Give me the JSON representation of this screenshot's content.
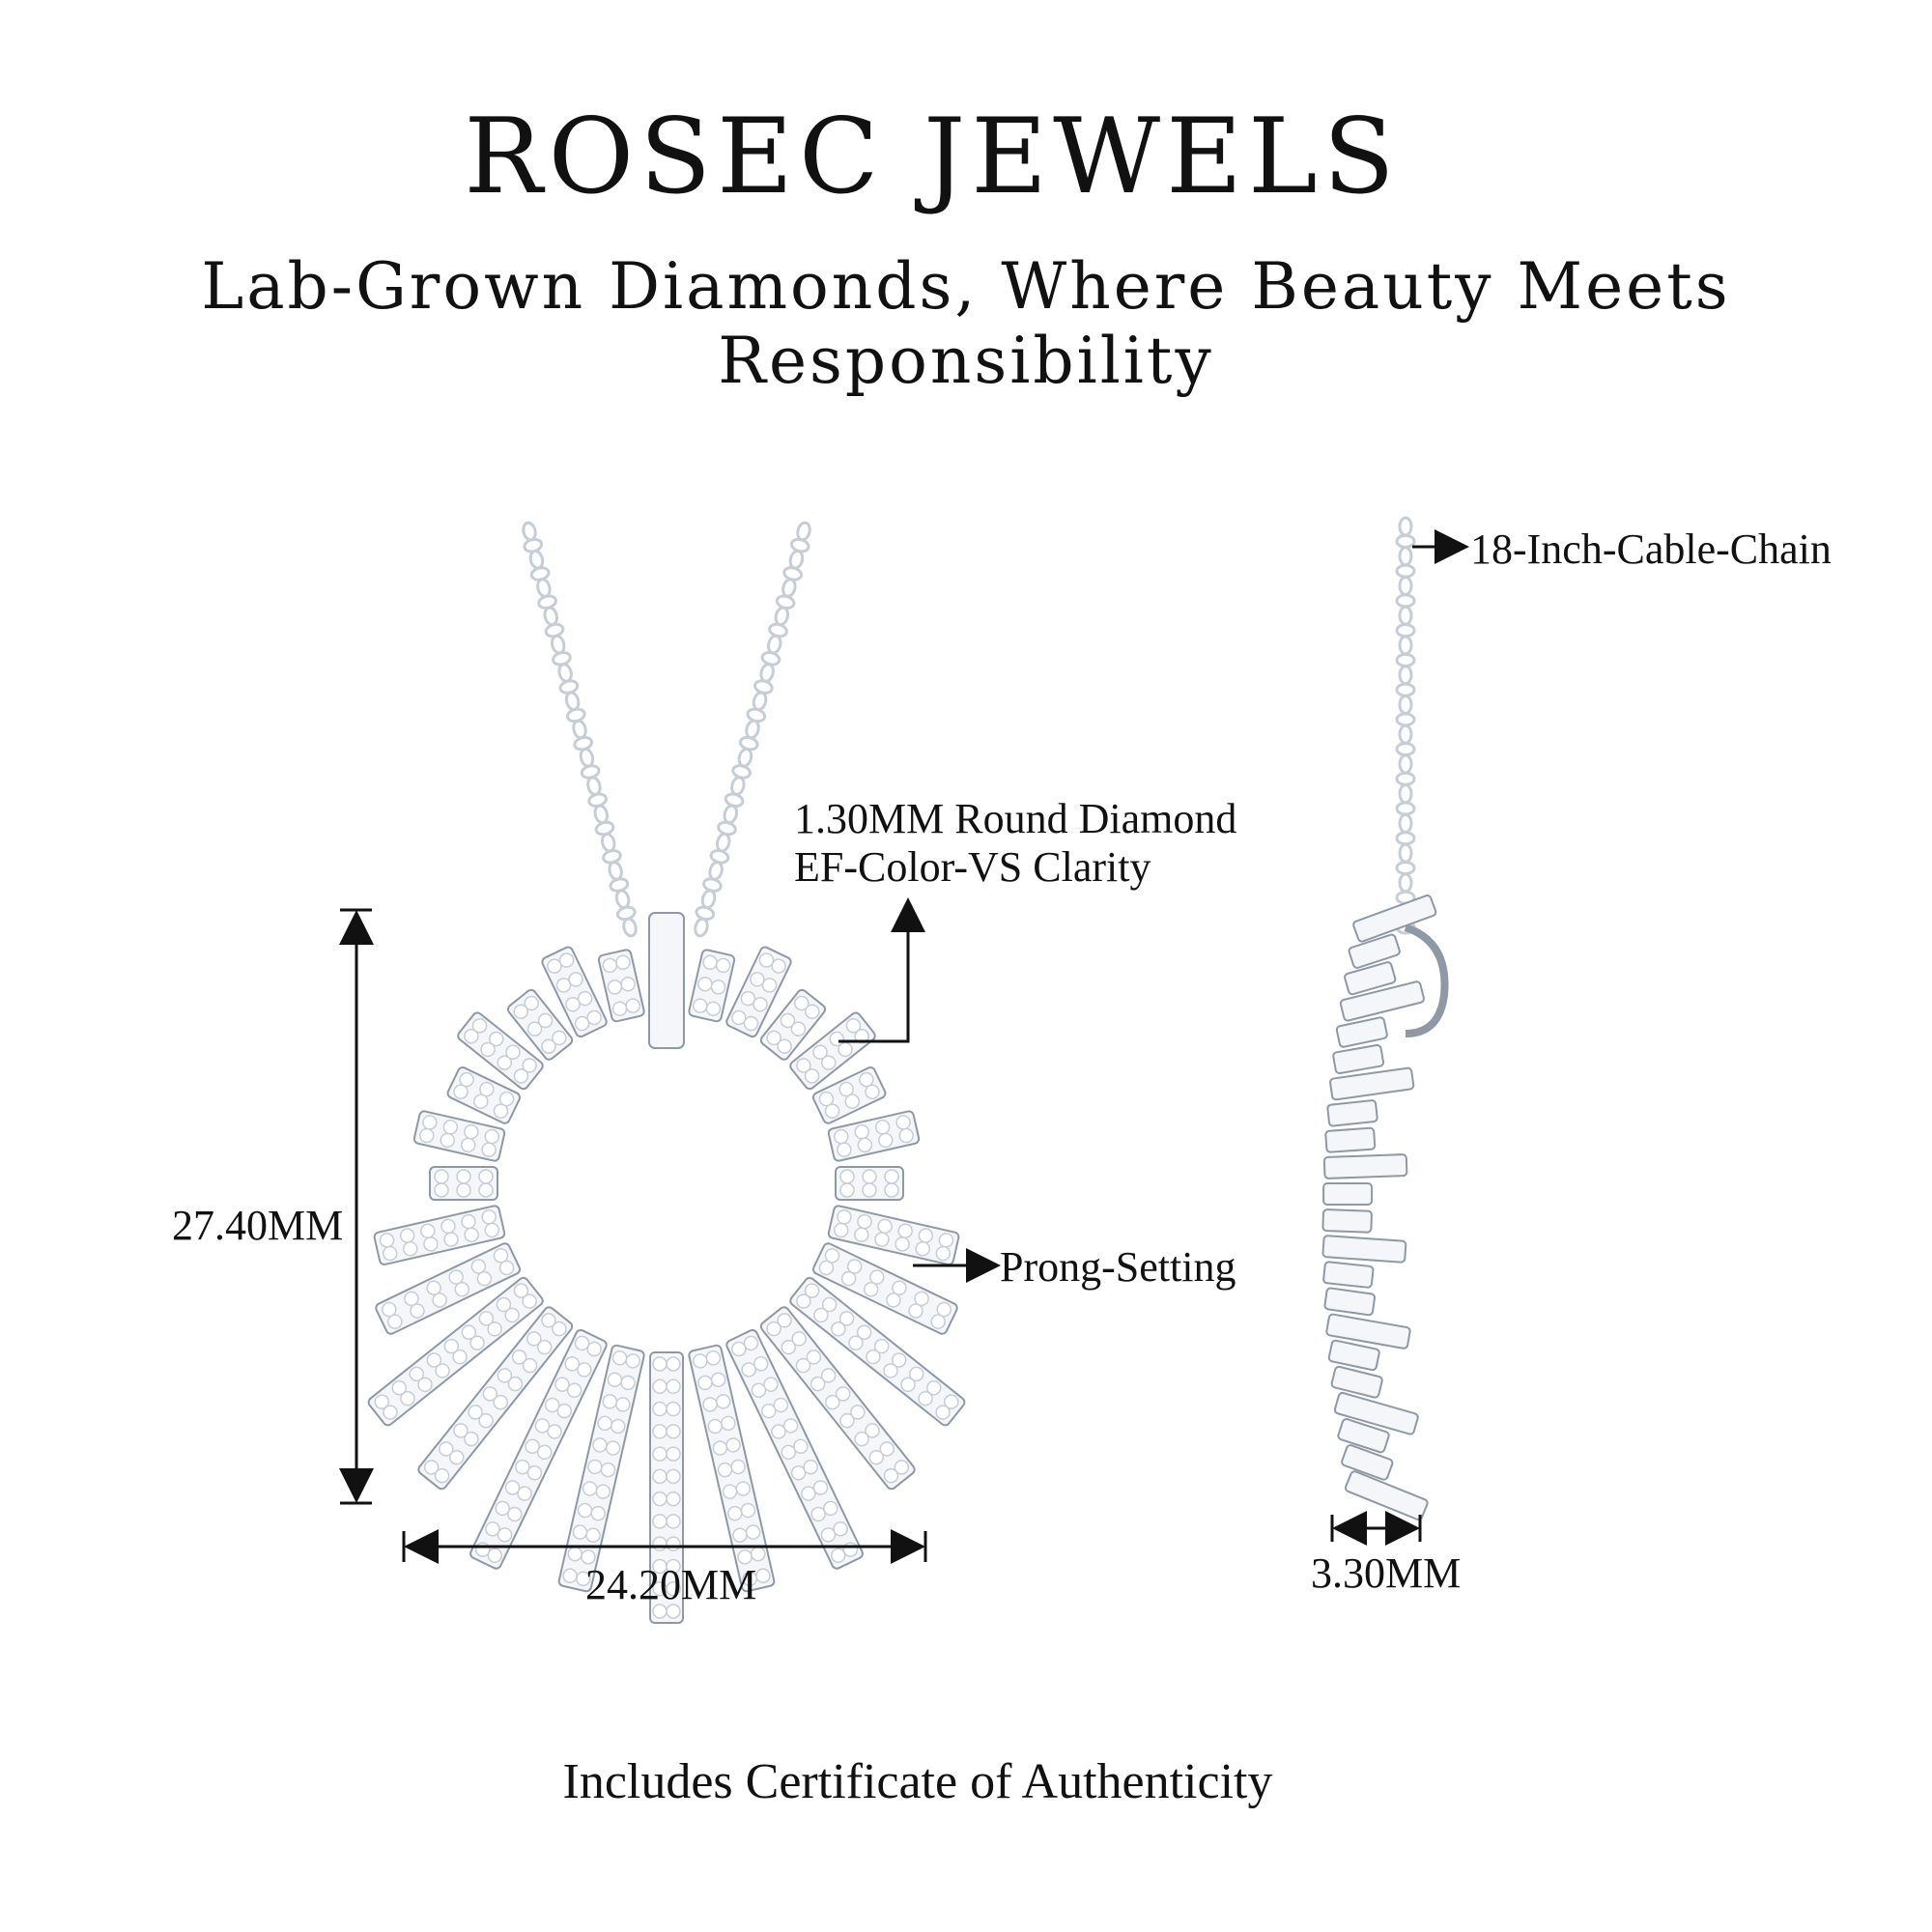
{
  "brand": {
    "name": "ROSEC JEWELS"
  },
  "tagline": "Lab-Grown Diamonds, Where Beauty Meets Responsibility",
  "callouts": {
    "diamond_line1": "1.30MM Round Diamond",
    "diamond_line2": "EF-Color-VS  Clarity",
    "setting": "Prong-Setting",
    "chain": "18-Inch-Cable-Chain"
  },
  "dimensions": {
    "height": "27.40MM",
    "width": "24.20MM",
    "depth": "3.30MM"
  },
  "footer": "Includes Certificate of Authenticity",
  "colors": {
    "metal": "#c7cdd6",
    "metal_dark": "#8f98a5",
    "text": "#111111"
  }
}
